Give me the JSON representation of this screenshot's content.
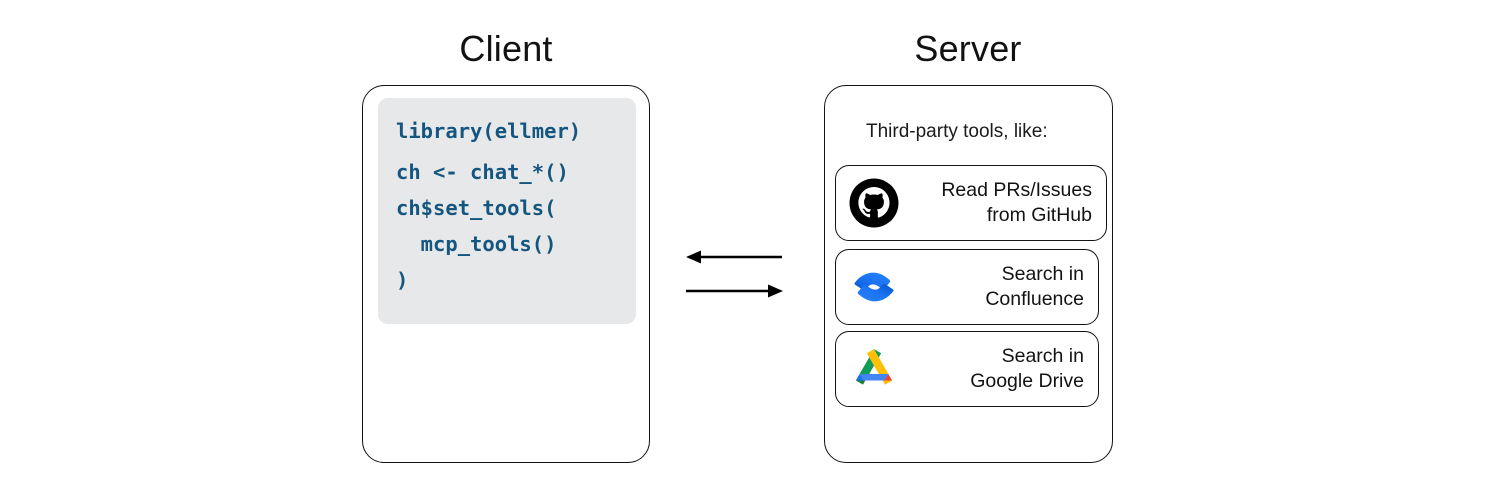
{
  "diagram": {
    "client": {
      "title": "Client",
      "code_lines": [
        "library(ellmer)",
        "ch <- chat_*()",
        "ch$set_tools(",
        "  mcp_tools()",
        ")"
      ],
      "code_color": "#14567f",
      "code_background": "#e7e8e9"
    },
    "server": {
      "title": "Server",
      "caption": "Third-party tools, like:",
      "tools": [
        {
          "icon": "github-icon",
          "label": "Read PRs/Issues\nfrom GitHub",
          "color": "#000000"
        },
        {
          "icon": "confluence-icon",
          "label": "Search in\nConfluence",
          "color": "#2681FF"
        },
        {
          "icon": "google-drive-icon",
          "label": "Search in\nGoogle Drive",
          "color": "#0F9D58"
        }
      ]
    },
    "connection": {
      "arrow_left_label": "server-to-client",
      "arrow_right_label": "client-to-server",
      "stroke_color": "#000000"
    }
  }
}
